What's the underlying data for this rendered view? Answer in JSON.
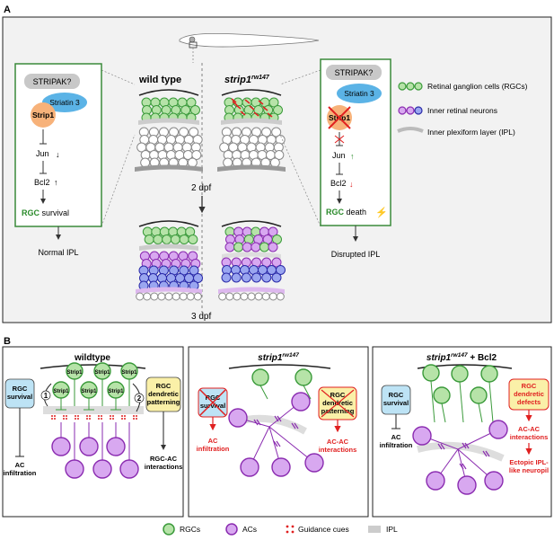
{
  "colors": {
    "rgc_fill": "#b6e3a8",
    "rgc_stroke": "#3a9a3a",
    "ac_fill": "#d8a8f0",
    "ac_stroke": "#8a2bb0",
    "blue_fill": "#9aa6f0",
    "blue_stroke": "#2a2aa8",
    "survival_fill": "#bde3f5",
    "patterning_fill": "#faf0a8",
    "striatin_fill": "#5bb3e6",
    "strip1_fill": "#f7b27a",
    "stripak_fill": "#c8c8c8",
    "panel_a_bg": "#f2f2f2",
    "box_border": "#3a8a3a",
    "red": "#e02020",
    "green_text": "#2a8a2a"
  },
  "panelA": {
    "label": "A",
    "wt_title": "wild type",
    "mut_title": "strip1",
    "mut_sup": "rw147",
    "time_2dpf": "2 dpf",
    "time_3dpf": "3 dpf",
    "left_box": {
      "stripak": "STRIPAK?",
      "striatin": "Striatin 3",
      "strip1": "Strip1",
      "jun": "Jun",
      "bcl2": "Bcl2",
      "rgc": "RGC",
      "outcome": "survival",
      "ipl": "Normal IPL"
    },
    "right_box": {
      "stripak": "STRIPAK?",
      "striatin": "Striatin 3",
      "strip1": "Strip1",
      "jun": "Jun",
      "bcl2": "Bcl2",
      "rgc": "RGC",
      "outcome": "death",
      "ipl": "Disrupted IPL"
    },
    "legend": {
      "rgc": "Retinal ganglion cells (RGCs)",
      "inner": "Inner retinal neurons",
      "ipl": "Inner plexiform layer (IPL)"
    }
  },
  "panelB": {
    "label": "B",
    "wt": {
      "title": "wildtype",
      "survival": [
        "RGC",
        "survival"
      ],
      "ac_infiltration": [
        "AC",
        "infiltration"
      ],
      "patterning": [
        "RGC",
        "dendretic",
        "patterning"
      ],
      "interactions": [
        "RGC-AC",
        "interactions"
      ],
      "strip1_label": "Strip1",
      "num1": "1",
      "num2": "2"
    },
    "mut": {
      "title": "strip1",
      "title_sup": "rw147",
      "survival": [
        "RGC",
        "survival"
      ],
      "ac_infiltration": [
        "AC",
        "infiltration"
      ],
      "patterning": [
        "RGC",
        "dendretic",
        "patterning"
      ],
      "interactions": [
        "AC-AC",
        "interactions"
      ]
    },
    "bcl2": {
      "title": "strip1",
      "title_sup": "rw147",
      "title_suffix": " + Bcl2",
      "survival": [
        "RGC",
        "survival"
      ],
      "ac_infiltration": [
        "AC",
        "infiltration"
      ],
      "defects": [
        "RGC",
        "dendretic",
        "defects"
      ],
      "interactions": [
        "AC-AC",
        "interactions"
      ],
      "ectopic": [
        "Ectopic IPL-",
        "like neuropil"
      ]
    },
    "legend": {
      "rgcs": "RGCs",
      "acs": "ACs",
      "cues": "Guidance cues",
      "ipl": "IPL"
    }
  }
}
